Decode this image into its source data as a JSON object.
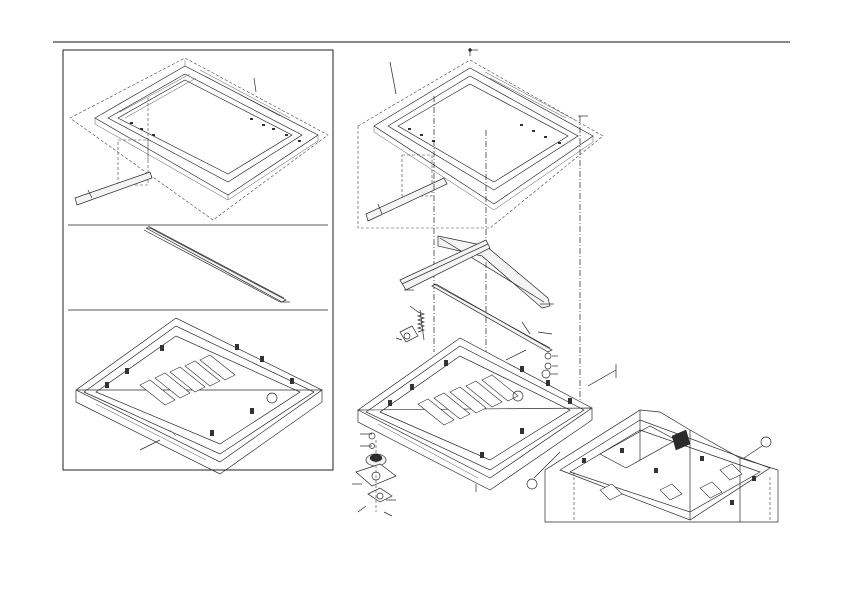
{
  "diagram": {
    "kind": "exploded-parts-view",
    "colors": {
      "line": "#2a2a2a",
      "background": "#ffffff",
      "frame": "#333333"
    },
    "icons": [
      "scanner-upper-frame",
      "ccd-flat-cable",
      "scan-rail-bar",
      "scanner-lower-frame",
      "gear-assembly",
      "motor-bracket",
      "spring",
      "screw",
      "main-unit-body"
    ]
  }
}
